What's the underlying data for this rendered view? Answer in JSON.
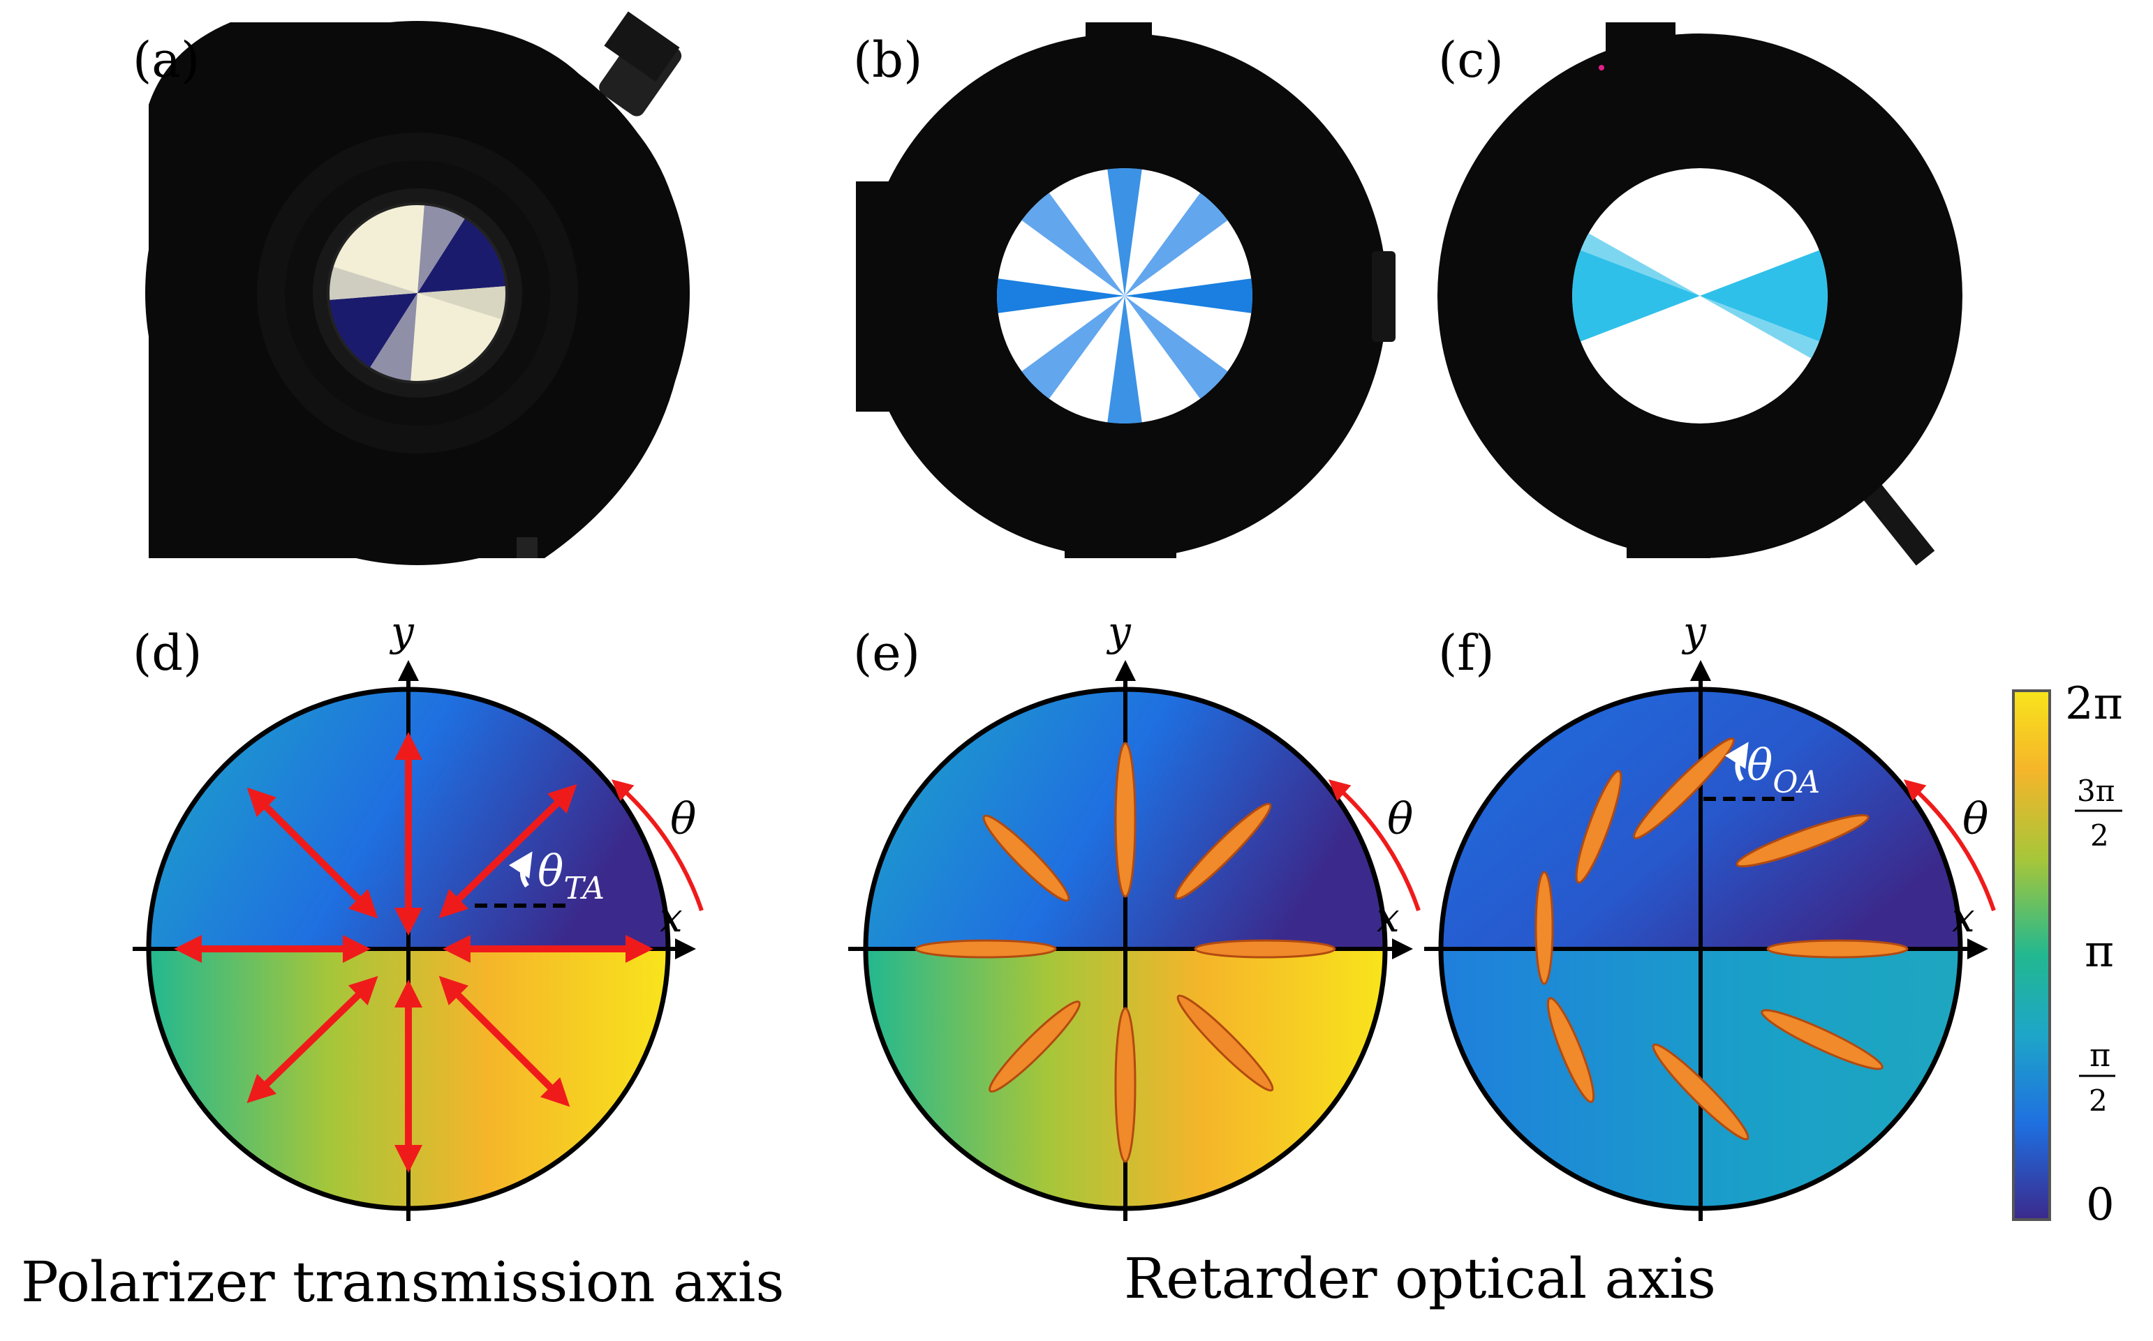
{
  "panels": {
    "a": {
      "label": "(a)"
    },
    "b": {
      "label": "(b)"
    },
    "c": {
      "label": "(c)"
    },
    "d": {
      "label": "(d)",
      "x_axis": "x",
      "y_axis": "y",
      "angle_label": "θ",
      "angle_sub": "TA"
    },
    "e": {
      "label": "(e)",
      "x_axis": "x",
      "y_axis": "y"
    },
    "f": {
      "label": "(f)",
      "x_axis": "x",
      "y_axis": "y",
      "angle_label": "θ",
      "angle_sub": "OA"
    }
  },
  "theta_arc_label": "θ",
  "captions": {
    "left": "Polarizer transmission axis",
    "right": "Retarder optical axis"
  },
  "colorbar": {
    "ticks": {
      "two_pi": "2π",
      "three_pi_half_num": "3π",
      "three_pi_half_den": "2",
      "pi": "π",
      "pi_half_num": "π",
      "pi_half_den": "2",
      "zero": "0"
    },
    "colors": [
      "#3b2a8c",
      "#1f6fe0",
      "#1ea6c8",
      "#22b890",
      "#a6c63a",
      "#f5b52a",
      "#f8e41c"
    ]
  },
  "colors": {
    "arrow": "#ef1b1b",
    "ellipse_fill": "#f08a2a",
    "ellipse_stroke": "#b24a10",
    "mount": "#0a0a0a",
    "photo_blue_b": "#1a7fe0",
    "photo_blue_c": "#2fc0ea"
  }
}
